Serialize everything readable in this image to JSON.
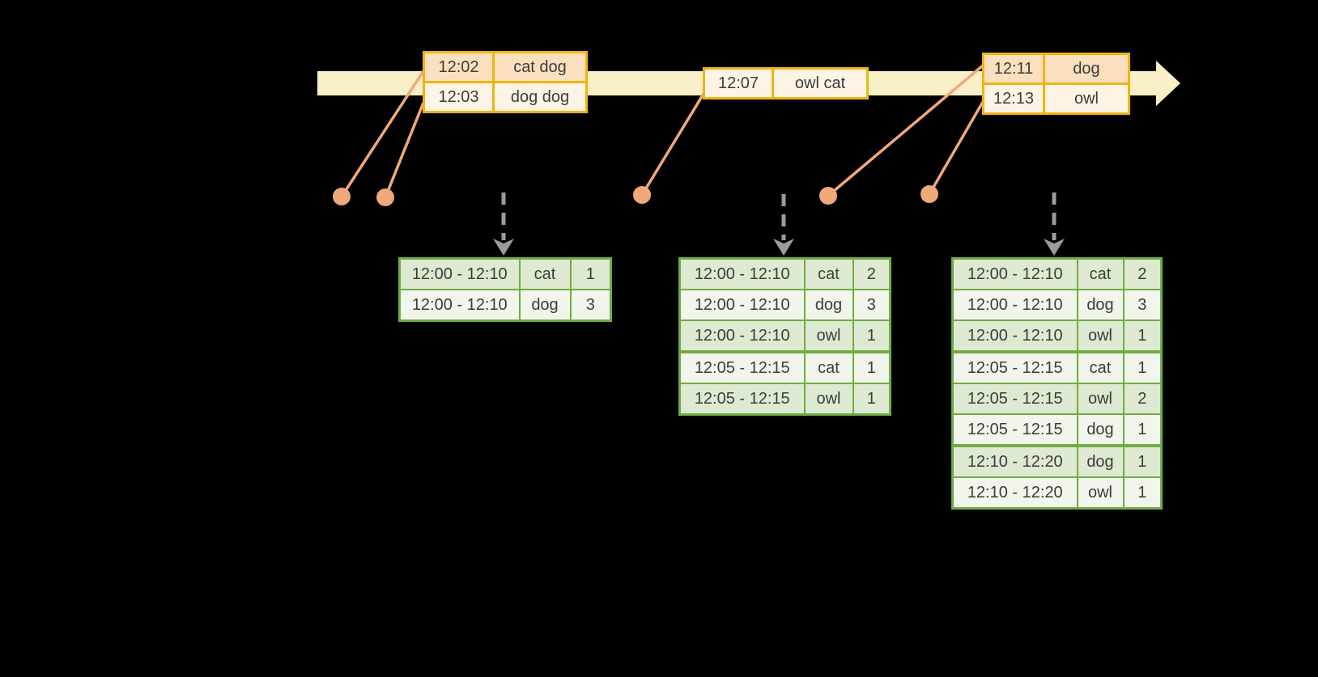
{
  "diagram_title": "windowed-grouped-aggregation-timeline",
  "colors": {
    "background": "#000000",
    "timeline_band": "#faf0c8",
    "event_border": "#f0b410",
    "event_row_dark": "#fae0bf",
    "event_row_light": "#fdf4e5",
    "connector_orange": "#f0a97a",
    "result_border": "#6fad45",
    "result_row_dark": "#dee9d2",
    "result_row_light": "#f1f5ec",
    "trigger_arrow_gray": "#9c9c9c",
    "text": "#3c3c3c"
  },
  "icons": {
    "timeline_arrowhead": "right-arrow",
    "event_marker": "dot",
    "trigger_arrow": "dashed-down-arrow"
  },
  "events": [
    {
      "rows": [
        {
          "time": "12:02",
          "words": "cat dog"
        },
        {
          "time": "12:03",
          "words": "dog dog"
        }
      ]
    },
    {
      "rows": [
        {
          "time": "12:07",
          "words": "owl cat"
        }
      ]
    },
    {
      "rows": [
        {
          "time": "12:11",
          "words": "dog"
        },
        {
          "time": "12:13",
          "words": "owl"
        }
      ]
    }
  ],
  "results": [
    {
      "rows": [
        {
          "window": "12:00 - 12:10",
          "word": "cat",
          "count": "1"
        },
        {
          "window": "12:00 - 12:10",
          "word": "dog",
          "count": "3"
        }
      ]
    },
    {
      "rows": [
        {
          "window": "12:00 - 12:10",
          "word": "cat",
          "count": "2"
        },
        {
          "window": "12:00 - 12:10",
          "word": "dog",
          "count": "3"
        },
        {
          "window": "12:00 - 12:10",
          "word": "owl",
          "count": "1"
        },
        {
          "window": "12:05 - 12:15",
          "word": "cat",
          "count": "1"
        },
        {
          "window": "12:05 - 12:15",
          "word": "owl",
          "count": "1"
        }
      ]
    },
    {
      "rows": [
        {
          "window": "12:00 - 12:10",
          "word": "cat",
          "count": "2"
        },
        {
          "window": "12:00 - 12:10",
          "word": "dog",
          "count": "3"
        },
        {
          "window": "12:00 - 12:10",
          "word": "owl",
          "count": "1"
        },
        {
          "window": "12:05 - 12:15",
          "word": "cat",
          "count": "1"
        },
        {
          "window": "12:05 - 12:15",
          "word": "owl",
          "count": "2"
        },
        {
          "window": "12:05 - 12:15",
          "word": "dog",
          "count": "1"
        },
        {
          "window": "12:10 - 12:20",
          "word": "dog",
          "count": "1"
        },
        {
          "window": "12:10 - 12:20",
          "word": "owl",
          "count": "1"
        }
      ]
    }
  ]
}
